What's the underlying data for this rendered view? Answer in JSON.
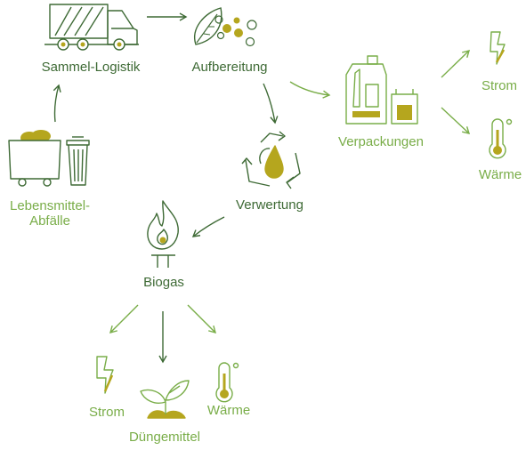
{
  "colors": {
    "dark_green": "#3e6a35",
    "light_green": "#79ad48",
    "olive_fill": "#b5a61e"
  },
  "nodes": {
    "collection": {
      "label": "Sammel-Logistik",
      "icon": "garbage-truck-icon"
    },
    "processing": {
      "label": "Aufbereitung",
      "icon": "leaf-and-pellets-icon"
    },
    "food_waste": {
      "label_line1": "Lebensmittel-",
      "label_line2": "Abfälle",
      "icon": "food-waste-bins-icon"
    },
    "packaging": {
      "label": "Verpackungen",
      "icon": "bottles-and-bag-icon"
    },
    "electricity_top": {
      "label": "Strom",
      "icon": "lightning-bolt-icon"
    },
    "heat_top": {
      "label": "Wärme",
      "icon": "thermometer-icon"
    },
    "recovery": {
      "label": "Verwertung",
      "icon": "recycle-droplet-icon"
    },
    "biogas": {
      "label": "Biogas",
      "icon": "flame-burner-icon"
    },
    "electricity_bottom": {
      "label": "Strom",
      "icon": "lightning-bolt-icon"
    },
    "fertilizer": {
      "label": "Düngemittel",
      "icon": "sprout-icon"
    },
    "heat_bottom": {
      "label": "Wärme",
      "icon": "thermometer-icon"
    }
  }
}
